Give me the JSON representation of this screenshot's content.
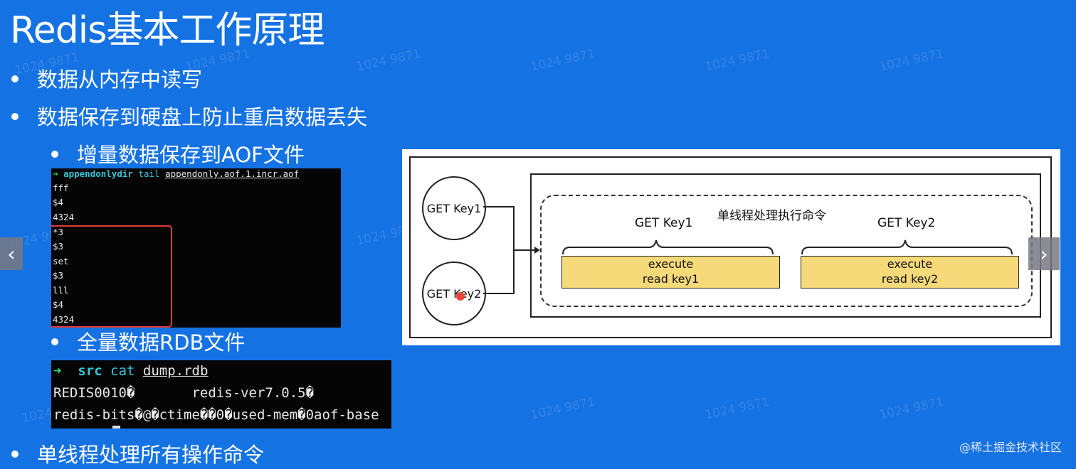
{
  "slide": {
    "title": "Redis基本工作原理",
    "bullets": [
      "数据从内存中读写",
      "数据保存到硬盘上防止重启数据丢失",
      "增量数据保存到AOF文件",
      "全量数据RDB文件",
      "单线程处理所有操作命令"
    ]
  },
  "terminal_aof": {
    "prompt": "➜",
    "dir": "appendonlydir",
    "cmd": "tail",
    "arg": "appendonly.aof.1.incr.aof",
    "lines": [
      "fff",
      "$4",
      "4324",
      "*3",
      "$3",
      "set",
      "$3",
      "lll",
      "$4",
      "4324"
    ]
  },
  "terminal_rdb": {
    "prompt": "➜",
    "dir": "src",
    "cmd": "cat",
    "arg": "dump.rdb",
    "line1": "REDIS0010�       redis-ver7.0.5�",
    "line2": "redis-bits�@�ctime��0�used-mem�0aof-base"
  },
  "diagram": {
    "circle1": "GET Key1",
    "circle2": "GET Key2",
    "group_label": "单线程处理执行命令",
    "task1_label": "GET Key1",
    "task1_line1": "execute",
    "task1_line2": "read key1",
    "task2_label": "GET Key2",
    "task2_line1": "execute",
    "task2_line2": "read key2"
  },
  "watermark": "1024 9871",
  "footer": "@稀土掘金技术社区",
  "nav": {
    "prev": "‹",
    "next": "›"
  },
  "colors": {
    "background": "#1572e3",
    "highlight_box": "#e23b3b",
    "task_fill": "#f6da7a"
  }
}
